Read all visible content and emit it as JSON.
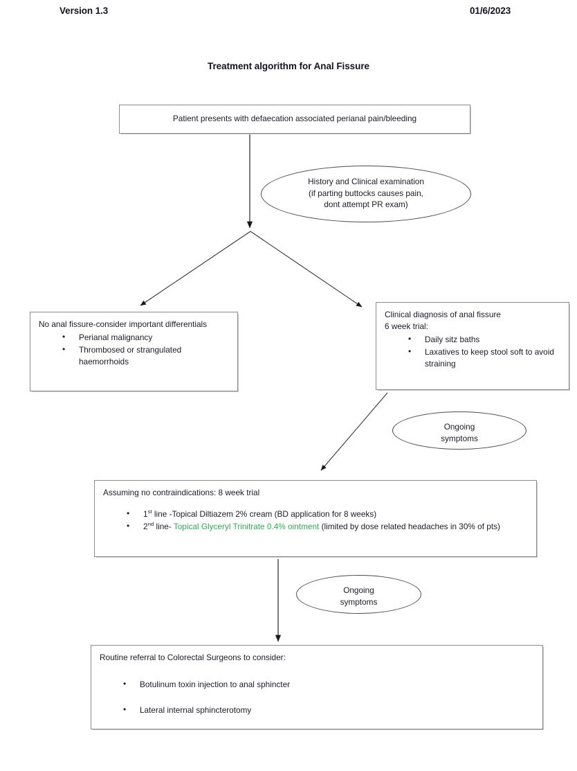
{
  "header": {
    "version": "Version 1.3",
    "date": "01/6/2023"
  },
  "title": "Treatment algorithm for Anal Fissure",
  "colors": {
    "text": "#1a1a28",
    "highlight_green": "#2eaa52",
    "box_border": "#8a8a8a",
    "ellipse_border": "#4a4a4a",
    "background": "#ffffff"
  },
  "flowchart": {
    "type": "flowchart",
    "nodes": [
      {
        "id": "presentation",
        "shape": "rectangle",
        "text": "Patient presents with defaecation associated perianal pain/bleeding"
      },
      {
        "id": "history",
        "shape": "ellipse",
        "lines": [
          "History and Clinical examination",
          "(if parting buttocks causes pain,",
          "dont attempt PR exam)"
        ]
      },
      {
        "id": "no-fissure",
        "shape": "rectangle",
        "heading": "No anal fissure-consider important differentials",
        "bullets": [
          "Perianal malignancy",
          "Thrombosed or strangulated haemorrhoids"
        ]
      },
      {
        "id": "clinical-dx",
        "shape": "rectangle",
        "heading_line_1": "Clinical diagnosis of anal fissure",
        "heading_line_2": "6 week trial:",
        "bullets": [
          "Daily sitz baths",
          "Laxatives to keep stool soft to avoid straining"
        ]
      },
      {
        "id": "ongoing-1",
        "shape": "ellipse",
        "lines": [
          "Ongoing",
          "symptoms"
        ]
      },
      {
        "id": "eight-week",
        "shape": "rectangle",
        "heading": "Assuming no contraindications: 8 week trial",
        "bullet_1": {
          "ordinal": "1",
          "ordinal_suffix": "st",
          "rest": " line -Topical Diltiazem 2% cream (BD application for 8 weeks)"
        },
        "bullet_2": {
          "ordinal": "2",
          "ordinal_suffix": "nd",
          "prefix": " line- ",
          "green_text": "Topical Glyceryl Trinitrate 0.4% ointment",
          "suffix": " (limited by dose related headaches in 30% of pts)"
        }
      },
      {
        "id": "ongoing-2",
        "shape": "ellipse",
        "lines": [
          "Ongoing",
          "symptoms"
        ]
      },
      {
        "id": "referral",
        "shape": "rectangle",
        "heading": "Routine referral to Colorectal Surgeons to consider:",
        "bullets": [
          "Botulinum toxin injection to anal sphincter",
          "Lateral internal sphincterotomy"
        ]
      }
    ],
    "edges": [
      {
        "from": "presentation",
        "to": "decision-point",
        "style": "arrow-down"
      },
      {
        "from": "decision-point",
        "to": "no-fissure",
        "style": "arrow-diagonal-left"
      },
      {
        "from": "decision-point",
        "to": "clinical-dx",
        "style": "arrow-diagonal-right"
      },
      {
        "from": "clinical-dx",
        "to": "eight-week",
        "style": "arrow-diagonal-left"
      },
      {
        "from": "eight-week",
        "to": "referral",
        "style": "arrow-down"
      }
    ]
  }
}
